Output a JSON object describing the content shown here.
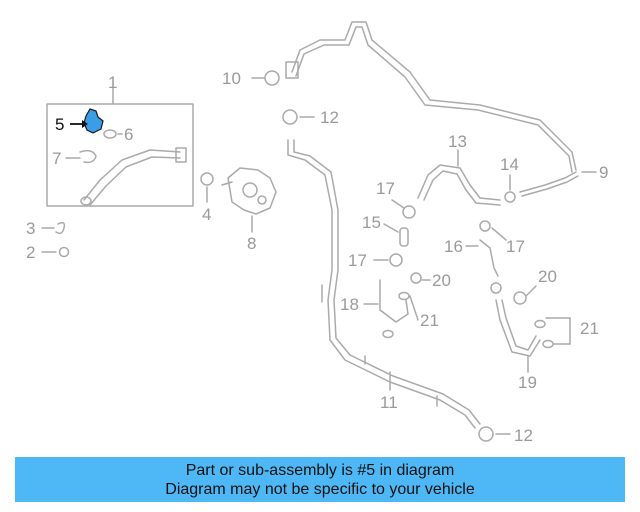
{
  "diagram": {
    "highlight_color": "#3a9ee6",
    "line_color": "#aaaaaa",
    "callouts": {
      "c1": "1",
      "c2": "2",
      "c3": "3",
      "c4": "4",
      "c5": "5",
      "c6": "6",
      "c7": "7",
      "c8": "8",
      "c9": "9",
      "c10": "10",
      "c11": "11",
      "c12a": "12",
      "c12b": "12",
      "c13": "13",
      "c14": "14",
      "c15": "15",
      "c16": "16",
      "c17a": "17",
      "c17b": "17",
      "c17c": "17",
      "c18": "18",
      "c19": "19",
      "c20a": "20",
      "c20b": "20",
      "c21a": "21",
      "c21b": "21"
    }
  },
  "banner": {
    "color": "#4db8f5",
    "line1": "Part or sub-assembly is #5 in diagram",
    "line2": "Diagram may not be specific to your vehicle"
  }
}
